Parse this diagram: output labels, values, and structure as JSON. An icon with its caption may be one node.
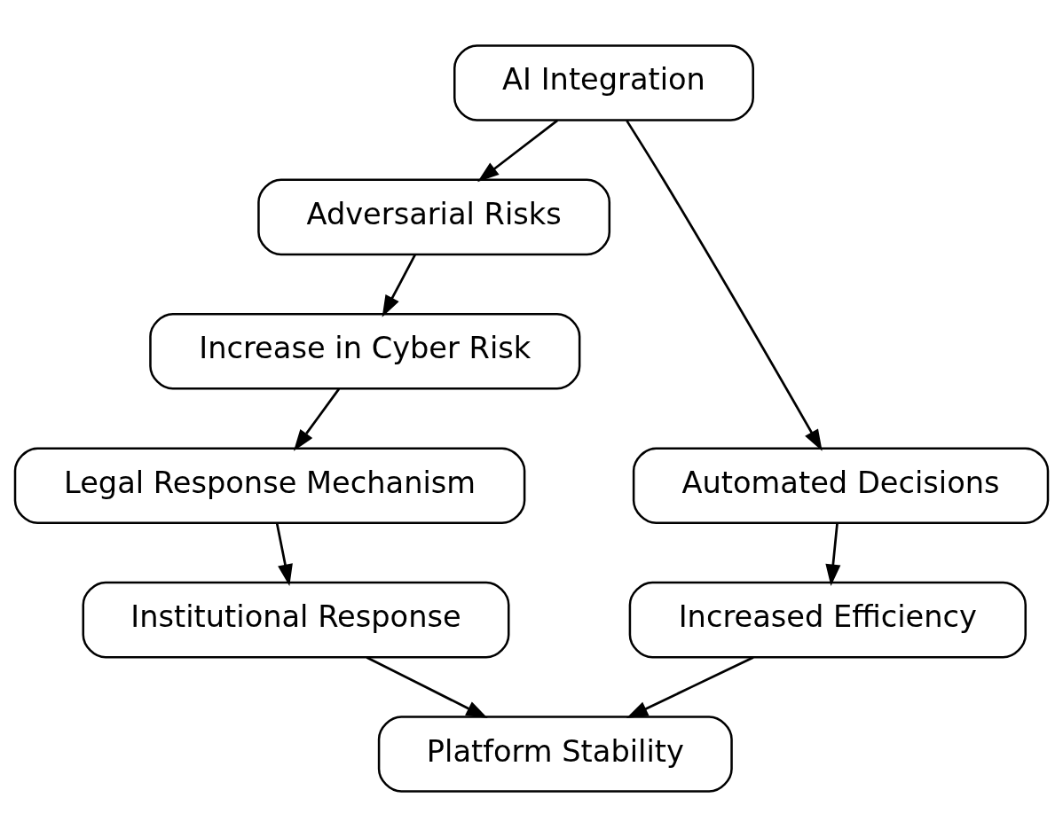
{
  "diagram": {
    "nodes": [
      {
        "text": [
          "AI Integration"
        ]
      },
      {
        "text": [
          "Adversarial Risks"
        ]
      },
      {
        "text": [
          "Increase in Cyber Risk"
        ]
      },
      {
        "text": [
          "Legal Response Mechanism"
        ]
      },
      {
        "text": [
          "Automated Decisions"
        ]
      },
      {
        "text": [
          "Institutional Response"
        ]
      },
      {
        "text": [
          "Increased Efficiency"
        ]
      },
      {
        "text": [
          "Platform Stability"
        ]
      }
    ],
    "edges": [
      {
        "from": 0,
        "to": 1,
        "arrow": "to"
      },
      {
        "from": 0,
        "to": 4,
        "arrow": "to"
      },
      {
        "from": 1,
        "to": 2,
        "arrow": "to"
      },
      {
        "from": 2,
        "to": 3,
        "arrow": "to"
      },
      {
        "from": 3,
        "to": 5,
        "arrow": "to"
      },
      {
        "from": 4,
        "to": 6,
        "arrow": "to"
      },
      {
        "from": 5,
        "to": 7,
        "arrow": "to"
      },
      {
        "from": 6,
        "to": 7,
        "arrow": "to"
      }
    ]
  }
}
